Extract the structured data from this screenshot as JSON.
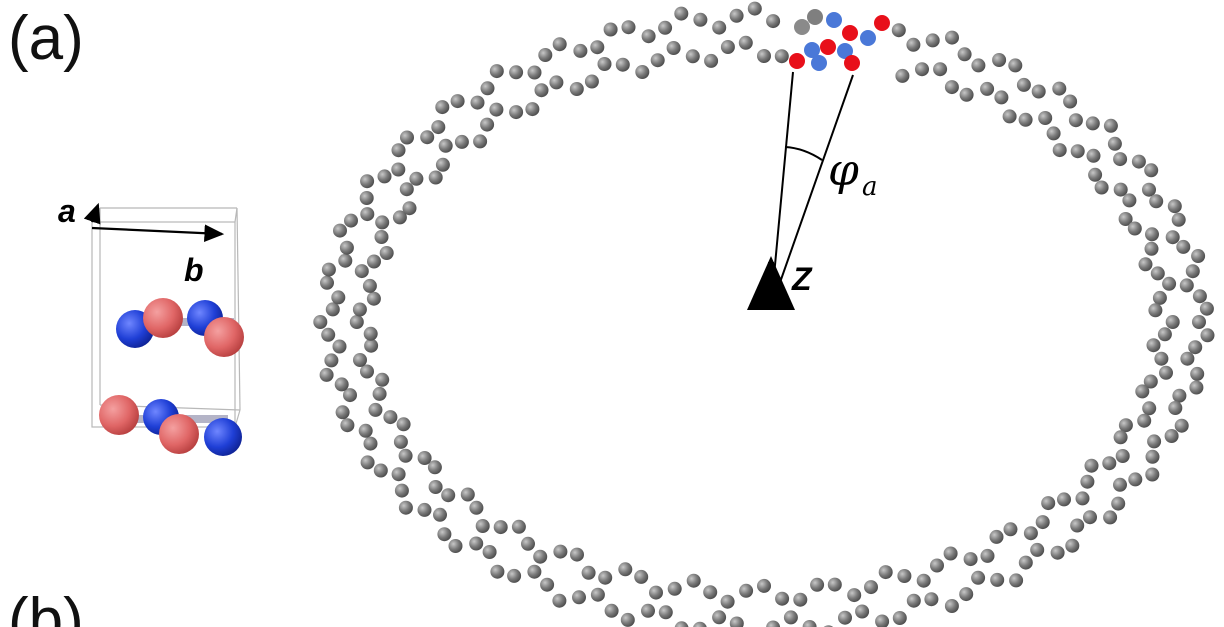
{
  "panels": {
    "a_label": "(a)",
    "b_label": "(b)"
  },
  "unit_cell": {
    "axis_a": "a",
    "axis_b": "b",
    "atom_colors": {
      "red": "#e06666",
      "blue": "#1f3fd6"
    }
  },
  "ring": {
    "angle_symbol": "φ",
    "angle_subscript": "a",
    "axis_label": "Z",
    "atom_colors": {
      "gray": "#777777",
      "red": "#e8101a",
      "blue": "#4a78d8"
    }
  }
}
